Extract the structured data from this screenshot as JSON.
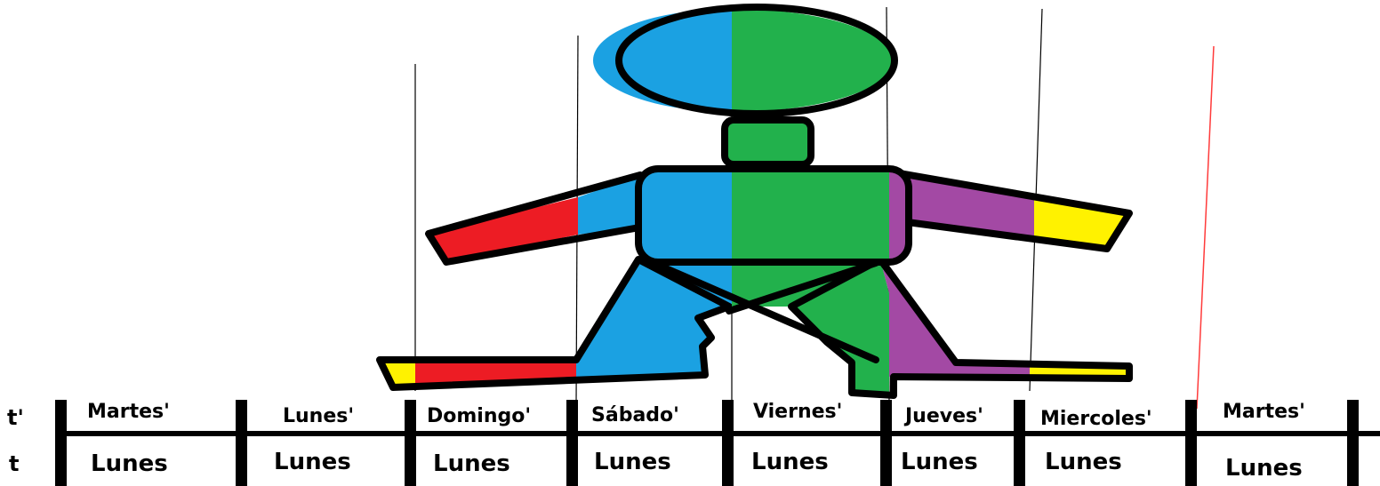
{
  "table": {
    "rows": [
      {
        "label": "t'",
        "cells": [
          "Martes'",
          "Lunes'",
          "Domingo'",
          "Sábado'",
          "Viernes'",
          "Jueves'",
          "Miercoles'",
          "Martes'"
        ]
      },
      {
        "label": "t",
        "cells": [
          "Lunes",
          "Lunes",
          "Lunes",
          "Lunes",
          "Lunes",
          "Lunes",
          "Lunes",
          "Lunes"
        ]
      }
    ]
  },
  "figure": {
    "colors": {
      "blue": "#1ba1e2",
      "green": "#22b14c",
      "red": "#ed1c24",
      "purple": "#a349a4",
      "yellow": "#fff200",
      "black": "#000000",
      "guide_red": "#ff3b3b"
    }
  }
}
